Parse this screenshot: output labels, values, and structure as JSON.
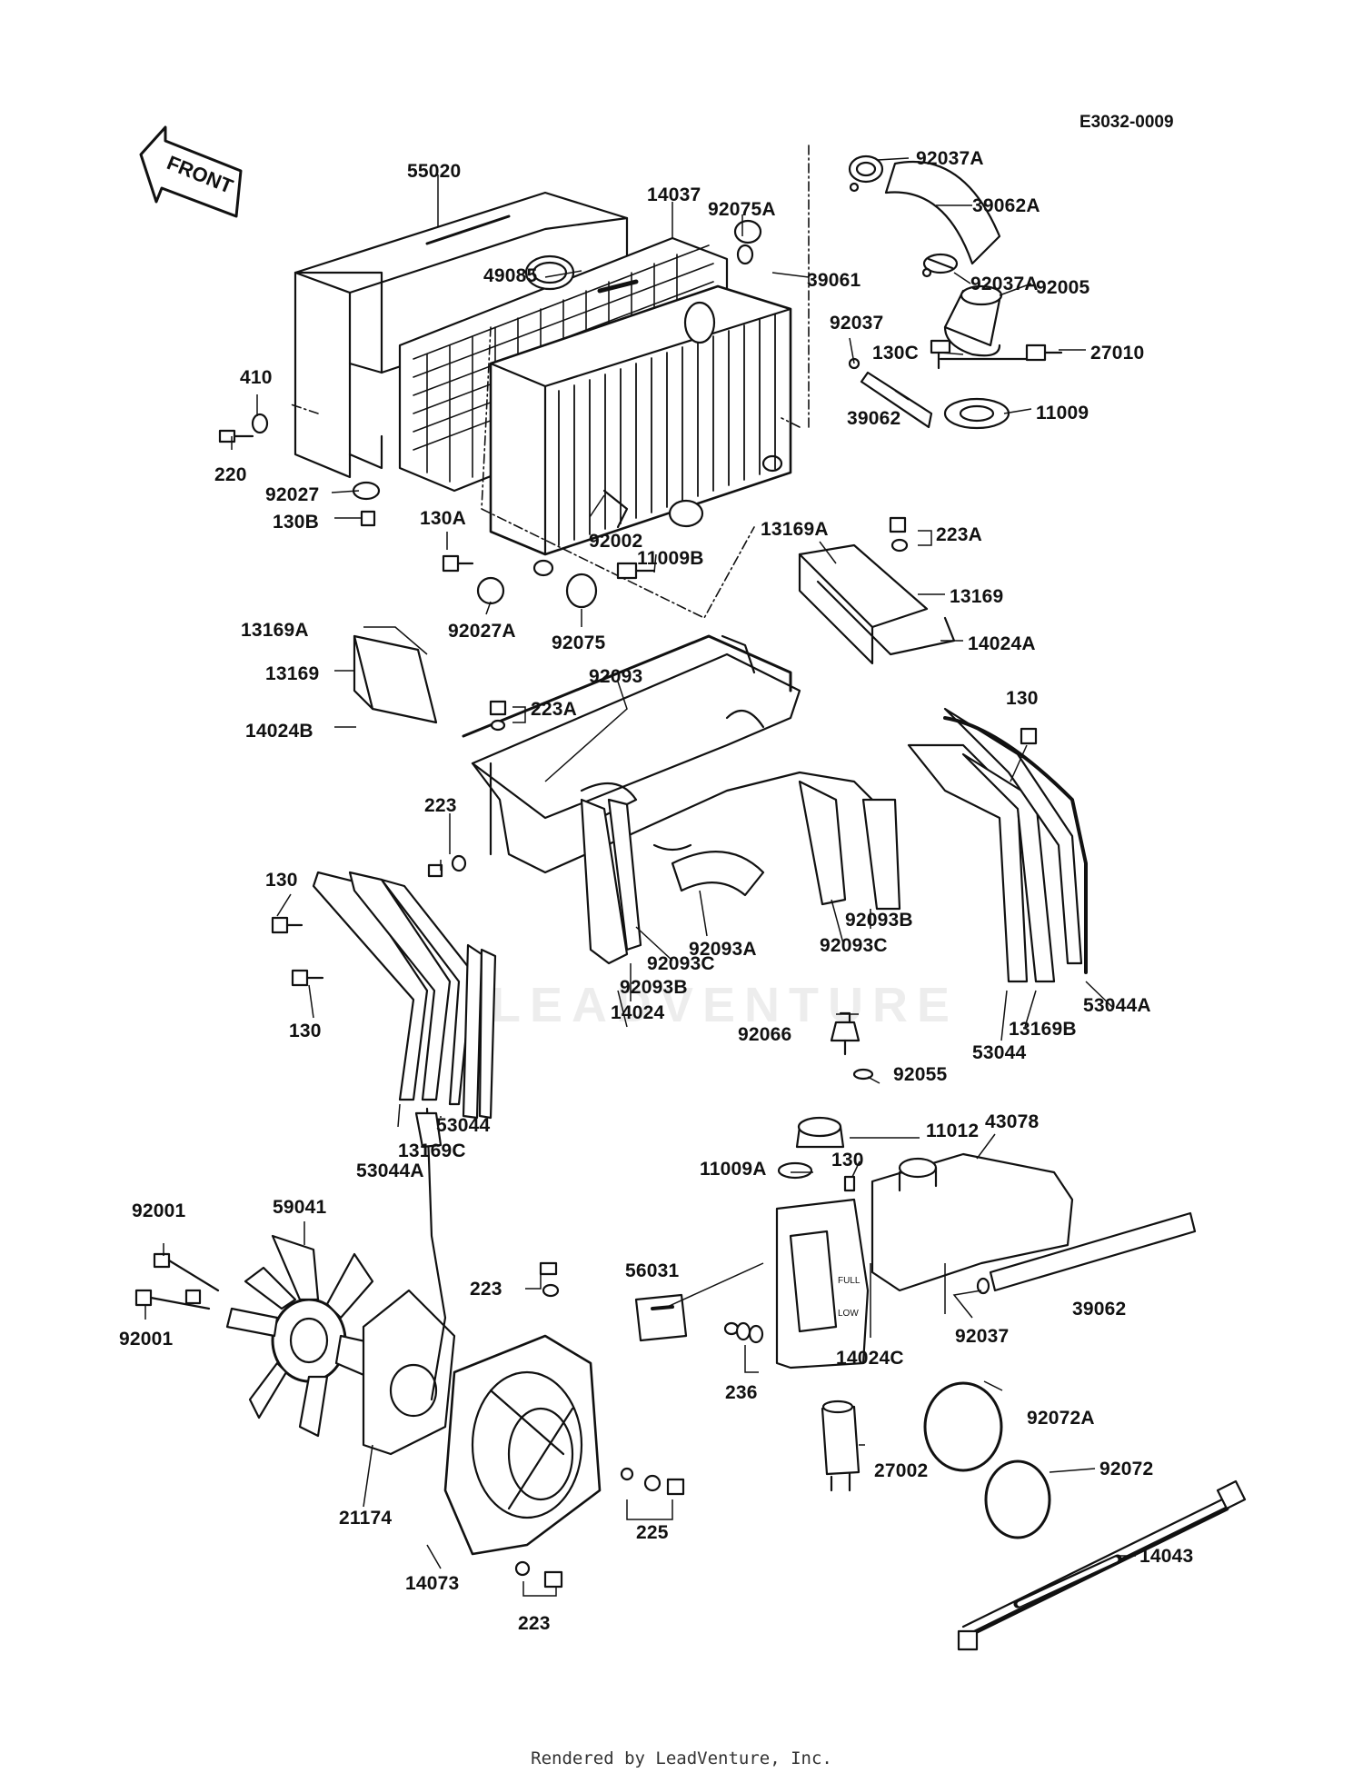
{
  "diagram_id": "E3032-0009",
  "front_label": "FRONT",
  "watermark": "LEADVENTURE",
  "footer": "Rendered by LeadVenture, Inc.",
  "gauge_marks": {
    "full": "FULL",
    "low": "LOW"
  },
  "part_labels": [
    "55020",
    "14037",
    "92075A",
    "49085",
    "39061",
    "92037A",
    "39062A",
    "92037A",
    "92005",
    "92037",
    "130C",
    "27010",
    "39062",
    "11009",
    "410",
    "220",
    "92027",
    "130B",
    "130A",
    "92002",
    "11009B",
    "92027A",
    "92075",
    "13169A",
    "223A",
    "13169",
    "14024A",
    "13169A",
    "13169",
    "14024B",
    "92093",
    "223A",
    "130",
    "223",
    "130",
    "130",
    "92093A",
    "92093C",
    "92093B",
    "92093C",
    "92093B",
    "14024",
    "53044A",
    "53044",
    "13169B",
    "92066",
    "92055",
    "53044",
    "13169C",
    "53044A",
    "11012",
    "43078",
    "11009A",
    "130",
    "92001",
    "59041",
    "92001",
    "223",
    "56031",
    "92037",
    "39062",
    "236",
    "14024C",
    "92072A",
    "27002",
    "92072",
    "21174",
    "225",
    "14073",
    "14043",
    "223"
  ]
}
